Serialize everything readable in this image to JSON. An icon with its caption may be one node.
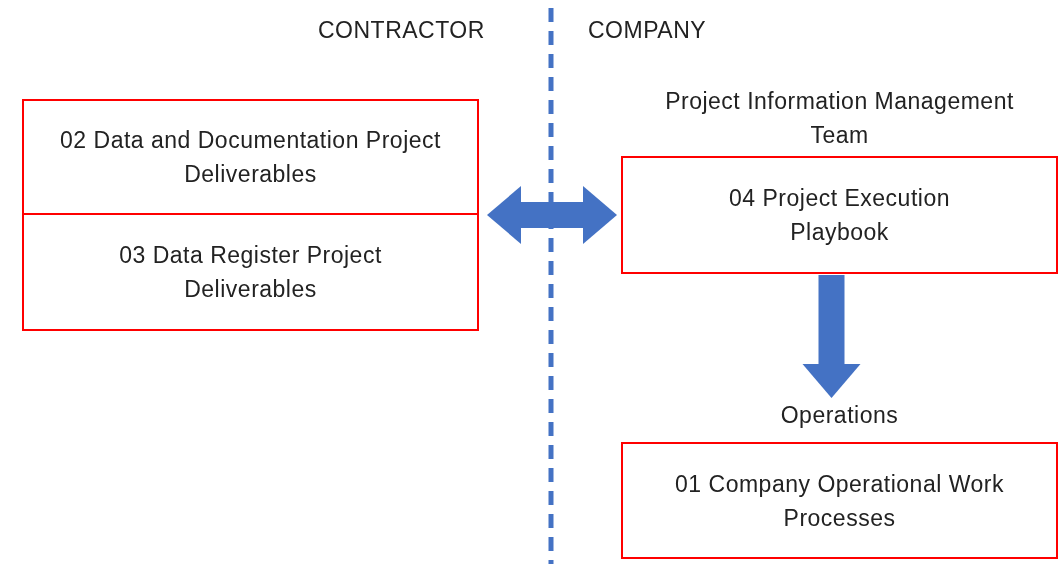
{
  "diagram": {
    "nodes": [
      {
        "text": [
          "02 Data and Documentation Project Deliverables"
        ]
      },
      {
        "text": [
          "03 Data Register Project Deliverables"
        ]
      },
      {
        "text": [
          "Project Information Management Team",
          "04 Project Execution Playbook"
        ]
      },
      {
        "text": [
          "Operations",
          "01 Company Operational Work Processes"
        ]
      }
    ],
    "edges": [
      {
        "from": 0,
        "to": 2,
        "arrow": "both"
      },
      {
        "from": 2,
        "to": 3,
        "arrow": "to"
      }
    ],
    "labels": [
      "CONTRACTOR",
      "COMPANY"
    ]
  }
}
